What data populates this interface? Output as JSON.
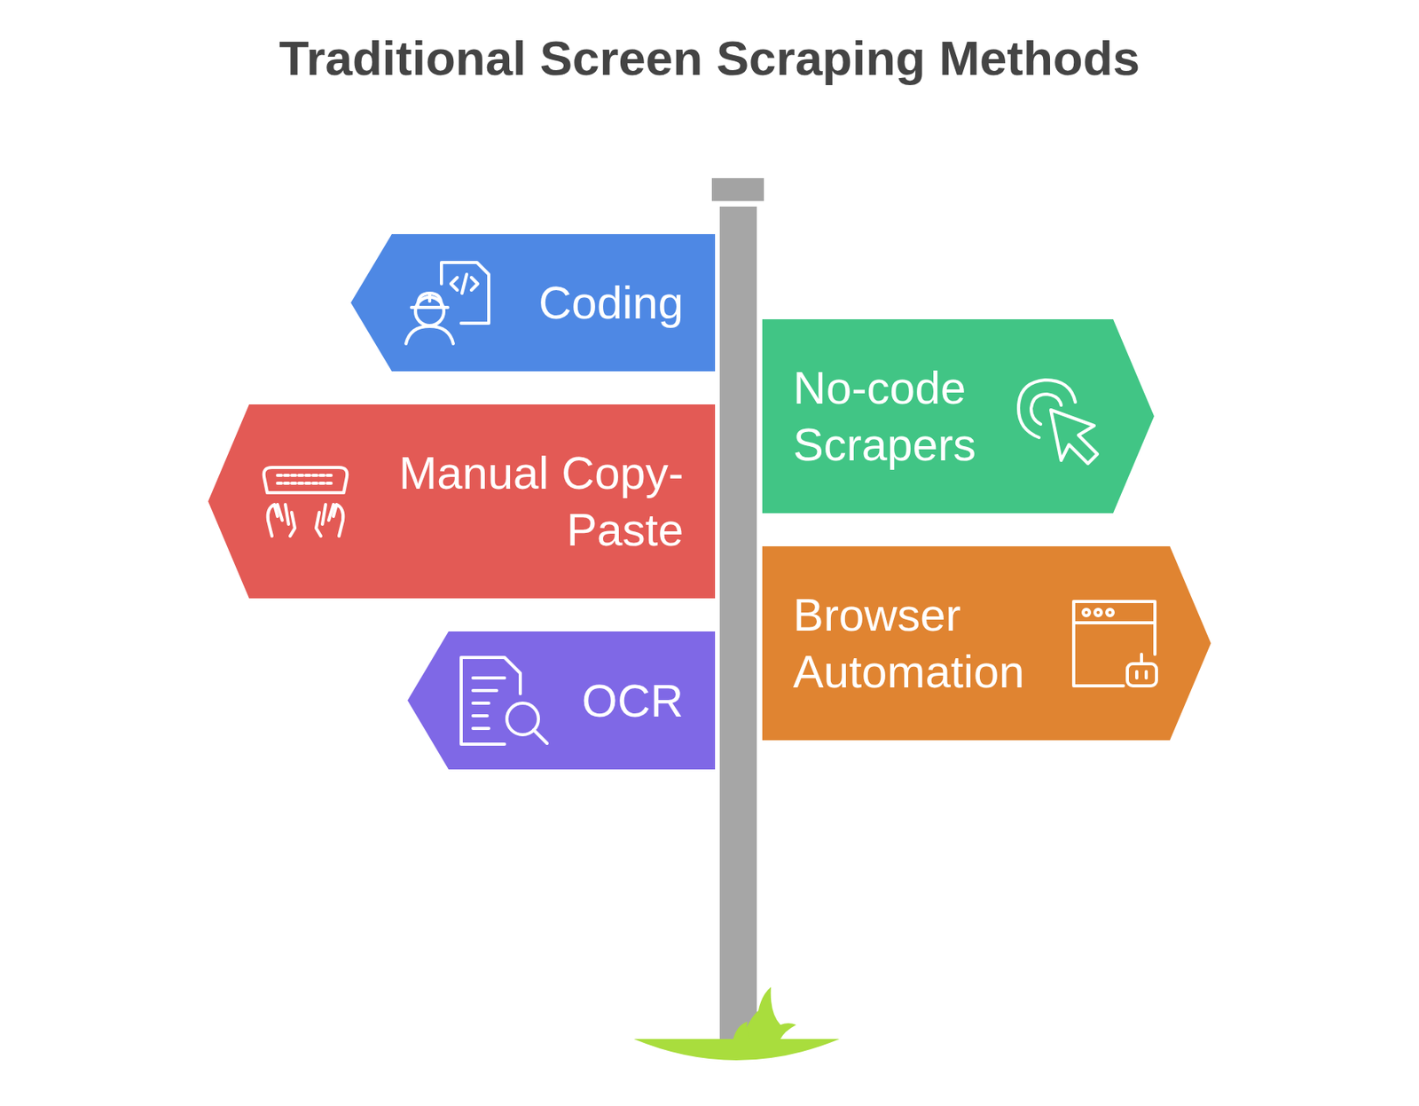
{
  "diagram": {
    "title": "Traditional Screen Scraping Methods",
    "nodes": [
      {
        "text": [
          "Coding"
        ]
      },
      {
        "text": [
          "No-code Scrapers"
        ]
      },
      {
        "text": [
          "Manual Copy- Paste"
        ]
      },
      {
        "text": [
          "Browser Automation"
        ]
      },
      {
        "text": [
          "OCR"
        ]
      }
    ]
  }
}
